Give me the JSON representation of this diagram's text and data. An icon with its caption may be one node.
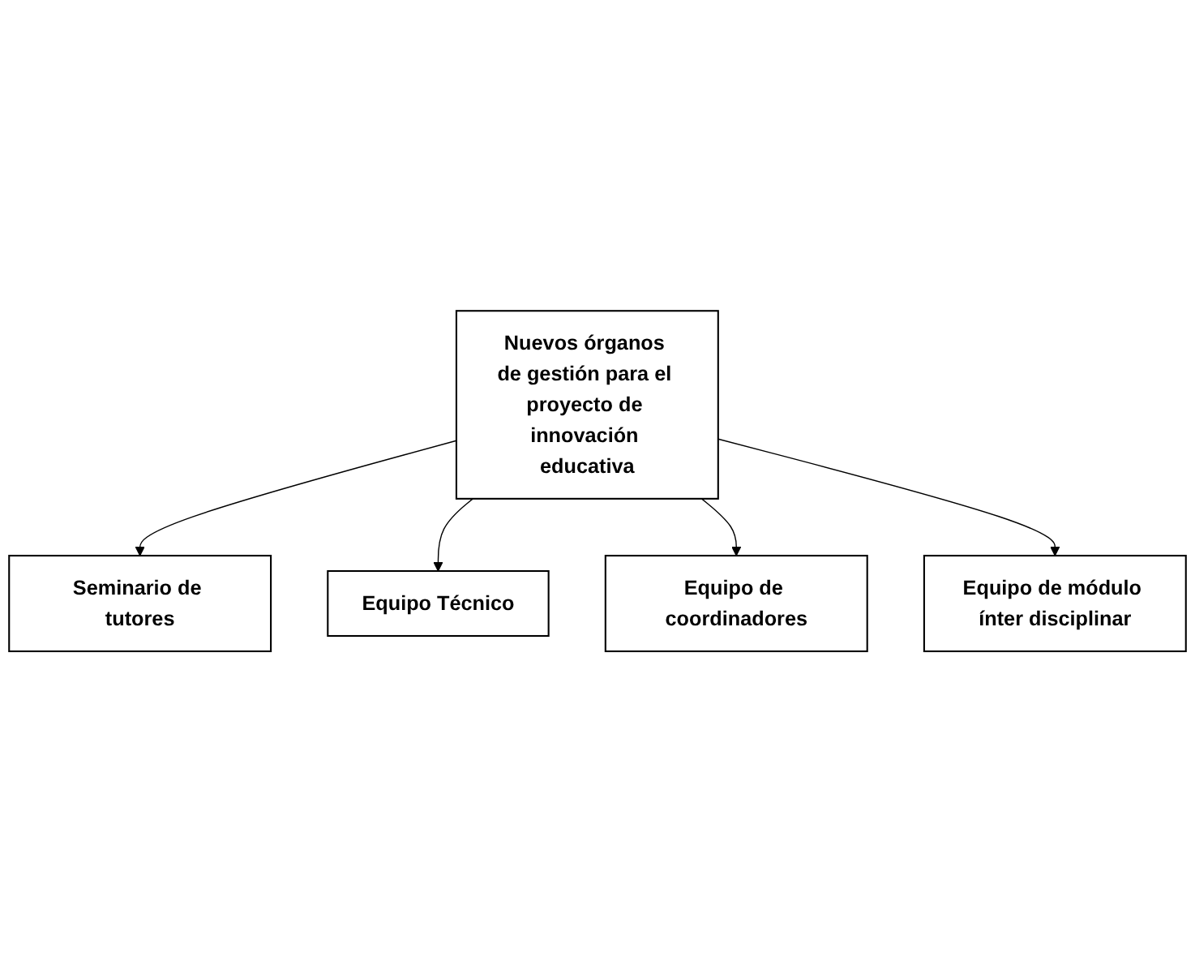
{
  "diagram": {
    "nodes": [
      {
        "text": [
          "Nuevos órganos de gestión para el proyecto de innovación educativa"
        ]
      },
      {
        "text": [
          "Seminario de tutores"
        ]
      },
      {
        "text": [
          "Equipo Técnico"
        ]
      },
      {
        "text": [
          "Equipo de coordinadores"
        ]
      },
      {
        "text": [
          "Equipo de módulo ínter disciplinar"
        ]
      }
    ],
    "edges": [
      {
        "from": 0,
        "to": 1,
        "arrow": "to"
      },
      {
        "from": 0,
        "to": 2,
        "arrow": "to"
      },
      {
        "from": 0,
        "to": 3,
        "arrow": "to"
      },
      {
        "from": 0,
        "to": 4,
        "arrow": "to"
      }
    ]
  }
}
